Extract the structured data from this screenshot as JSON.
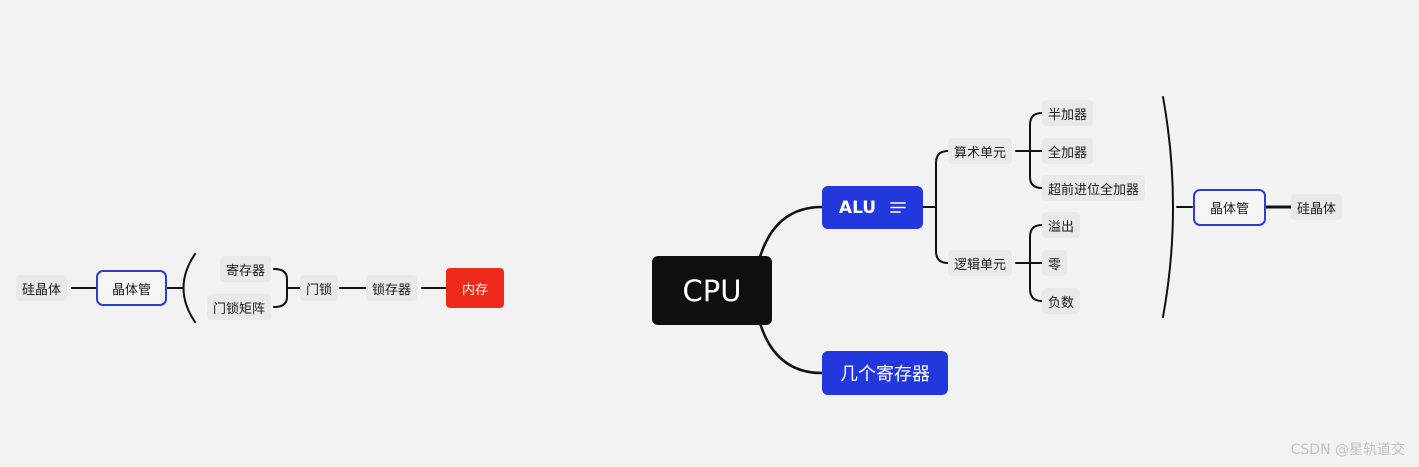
{
  "mindmap": {
    "root": "CPU",
    "alu": "ALU",
    "registers_branch": "几个寄存器",
    "arith_unit": "算术单元",
    "logic_unit": "逻辑单元",
    "half_adder": "半加器",
    "full_adder": "全加器",
    "carry_lookahead_adder": "超前进位全加器",
    "overflow": "溢出",
    "zero": "零",
    "negative": "负数",
    "transistor_right": "晶体管",
    "silicon_right": "硅晶体",
    "memory": "内存",
    "latch_register": "锁存器",
    "gate_latch": "门锁",
    "register": "寄存器",
    "latch_matrix": "门锁矩阵",
    "transistor_left": "晶体管",
    "silicon_left": "硅晶体"
  },
  "watermark": "CSDN @星轨道交",
  "colors": {
    "background": "#f2f2f2",
    "accent_blue": "#2338dc",
    "root_black": "#0f0f0f",
    "memory_red": "#ee2a1b"
  },
  "icons": [
    "notes-icon"
  ]
}
